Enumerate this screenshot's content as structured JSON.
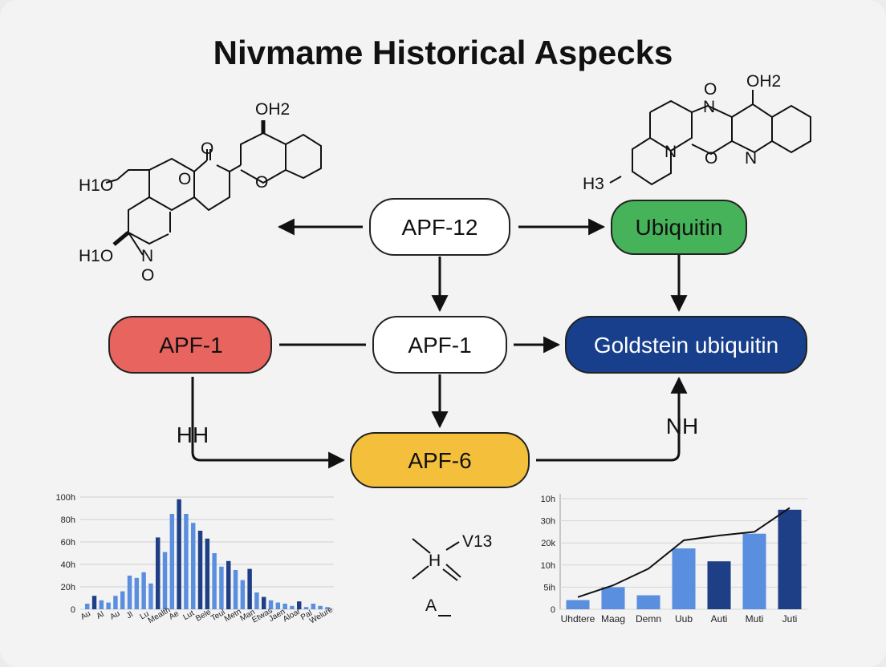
{
  "title": "Nivmame Historical Aspecks",
  "colors": {
    "red": "#e8645e",
    "green": "#46b35a",
    "navy": "#173f8c",
    "yellow": "#f4c03b",
    "bar_dark": "#1e3f86",
    "bar_light": "#5a8fe0"
  },
  "nodes": {
    "apf12": "APF-12",
    "ubiquitin": "Ubiquitin",
    "apf1_red": "APF-1",
    "apf1_center": "APF-1",
    "goldstein": "Goldstein ubiquitin",
    "apf6": "APF-6"
  },
  "labels": {
    "hh": "HH",
    "nh": "NH"
  },
  "molecules": {
    "left": {
      "oh2": "OH2",
      "o1": "O",
      "o2": "O",
      "h1": "H1O",
      "h2": "H1O",
      "n": "N",
      "o3": "O"
    },
    "right": {
      "oh2": "OH2",
      "o": "O",
      "n1": "N",
      "n2": "N",
      "o2": "O",
      "n3": "N",
      "h3": "H3"
    },
    "small": {
      "h": "H",
      "v13": "V13",
      "a": "A"
    }
  },
  "chart_data": [
    {
      "type": "bar",
      "ylim": [
        0,
        100
      ],
      "yticks": [
        "100h",
        "80h",
        "60h",
        "40h",
        "20h",
        "0"
      ],
      "xticks": [
        "Au",
        "Al",
        "Au",
        "Jl",
        "Lu",
        "Mealth",
        "Ae",
        "Lut",
        "Bele",
        "Teul",
        "Metn",
        "Man",
        "Etwas",
        "Jaen",
        "Aloar",
        "Pal",
        "Welure"
      ],
      "series": [
        {
          "values": [
            5,
            12,
            8,
            6,
            12,
            16,
            30,
            28,
            33,
            23,
            64,
            51,
            85,
            98,
            85,
            77,
            70,
            63,
            50,
            38,
            43,
            35,
            26,
            36,
            15,
            11,
            8,
            6,
            5,
            3,
            7,
            2,
            5,
            3,
            2
          ],
          "dark": [
            false,
            true,
            false,
            false,
            false,
            false,
            false,
            false,
            false,
            false,
            true,
            false,
            false,
            true,
            false,
            false,
            true,
            true,
            false,
            false,
            true,
            false,
            false,
            true,
            false,
            true,
            false,
            false,
            false,
            false,
            true,
            false,
            false,
            false,
            false
          ]
        }
      ]
    },
    {
      "type": "bar",
      "yticks": [
        "10h",
        "30h",
        "20k",
        "10h",
        "5ih",
        "0"
      ],
      "categories": [
        "Uhdtere",
        "Maag",
        "Demn",
        "Uub",
        "Auti",
        "Muti",
        "Juti"
      ],
      "values": [
        2.5,
        6,
        3.8,
        16.5,
        13,
        20.5,
        27
      ],
      "dark": [
        false,
        false,
        false,
        false,
        true,
        false,
        true
      ],
      "line": [
        3.3,
        6.5,
        11,
        18.7,
        20,
        21,
        27.5
      ]
    }
  ]
}
